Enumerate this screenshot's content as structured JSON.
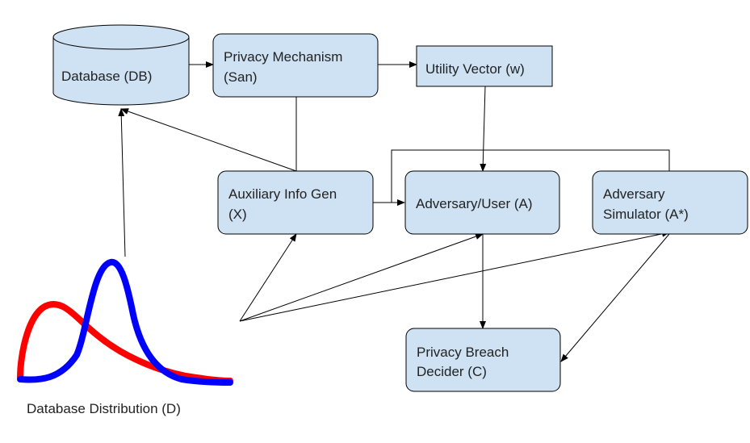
{
  "nodes": {
    "database": {
      "label": "Database (DB)"
    },
    "privacy_mechanism": {
      "line1": "Privacy Mechanism",
      "line2": "(San)"
    },
    "utility_vector": {
      "label": "Utility Vector (w)"
    },
    "auxiliary_info": {
      "line1": "Auxiliary Info Gen",
      "line2": "(X)"
    },
    "adversary_user": {
      "label": "Adversary/User (A)"
    },
    "adversary_simulator": {
      "line1": "Adversary",
      "line2": "Simulator (A*)"
    },
    "breach_decider": {
      "line1": "Privacy Breach",
      "line2": "Decider (C)"
    }
  },
  "distribution": {
    "label": "Database Distribution (D)",
    "colors": {
      "curve_a": "#ff0000",
      "curve_b": "#0000ff"
    }
  },
  "colors": {
    "box_fill": "#cfe2f3",
    "stroke": "#000000"
  }
}
